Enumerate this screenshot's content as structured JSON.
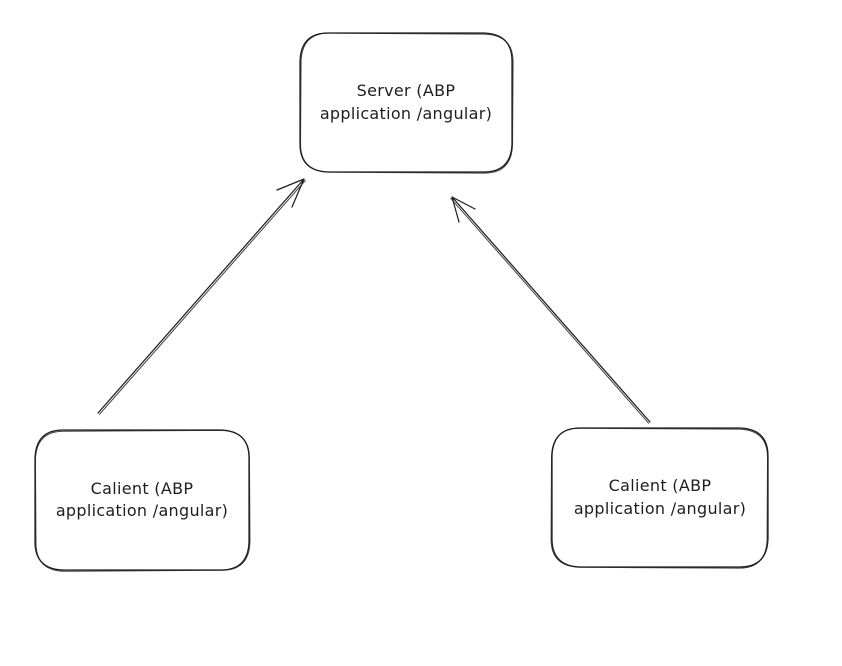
{
  "canvas": {
    "background_color": "#ffffff",
    "stroke_color": "#1e1e1e",
    "text_color": "#1e1e1e",
    "style": "hand-drawn"
  },
  "nodes": [
    {
      "id": "server",
      "shape": "rounded-rectangle",
      "label": "Server (ABP\napplication /angular)"
    },
    {
      "id": "client-left",
      "shape": "rounded-rectangle",
      "label": "Calient (ABP\napplication /angular)"
    },
    {
      "id": "client-right",
      "shape": "rounded-rectangle",
      "label": "Calient (ABP\napplication /angular)"
    }
  ],
  "edges": [
    {
      "id": "edge-left",
      "from": "client-left",
      "to": "server",
      "arrowhead": "arrow",
      "direction": "up-right"
    },
    {
      "id": "edge-right",
      "from": "client-right",
      "to": "server",
      "arrowhead": "arrow",
      "direction": "up-left"
    }
  ]
}
